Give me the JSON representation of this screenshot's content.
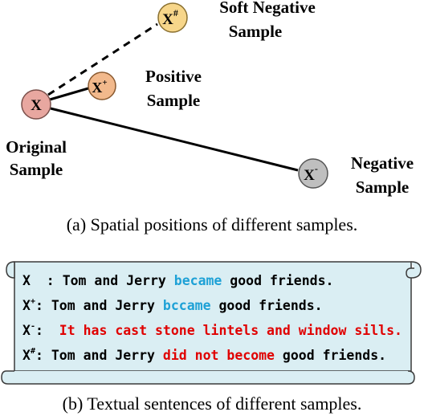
{
  "colors": {
    "original": "#e8a7a0",
    "positive": "#f2b98c",
    "soft_negative": "#f7d68a",
    "negative": "#bfbfbf",
    "scroll_fill": "#daeef3",
    "highlight_blue": "#1ea1d6",
    "highlight_red": "#e00000"
  },
  "nodes": {
    "original": {
      "symbol": "X",
      "sup": "",
      "label_line1": "Original",
      "label_line2": "Sample"
    },
    "positive": {
      "symbol": "X",
      "sup": "+",
      "label_line1": "Positive",
      "label_line2": "Sample"
    },
    "soft_negative": {
      "symbol": "X",
      "sup": "#",
      "label_line1": "Soft Negative",
      "label_line2": "Sample"
    },
    "negative": {
      "symbol": "X",
      "sup": "-",
      "label_line1": "Negative",
      "label_line2": "Sample"
    }
  },
  "caption_a": "(a)  Spatial positions of different samples.",
  "caption_b": "(b)  Textual sentences of different samples.",
  "sentences": [
    {
      "prefix": "X",
      "sup": "",
      "sep": "  : ",
      "before": "Tom and Jerry ",
      "highlight": "became",
      "after": " good friends.",
      "color": "blue"
    },
    {
      "prefix": "X",
      "sup": "+",
      "sep": ": ",
      "before": "Tom and Jerry ",
      "highlight": "bccame",
      "after": " good friends.",
      "color": "blue"
    },
    {
      "prefix": "X",
      "sup": "-",
      "sep": ":  ",
      "before": "",
      "highlight": "It has cast stone lintels and window sills.",
      "after": "",
      "color": "red"
    },
    {
      "prefix": "X",
      "sup": "#",
      "sep": ": ",
      "before": "Tom and Jerry ",
      "highlight": "did not become",
      "after": " good friends.",
      "color": "red"
    }
  ]
}
